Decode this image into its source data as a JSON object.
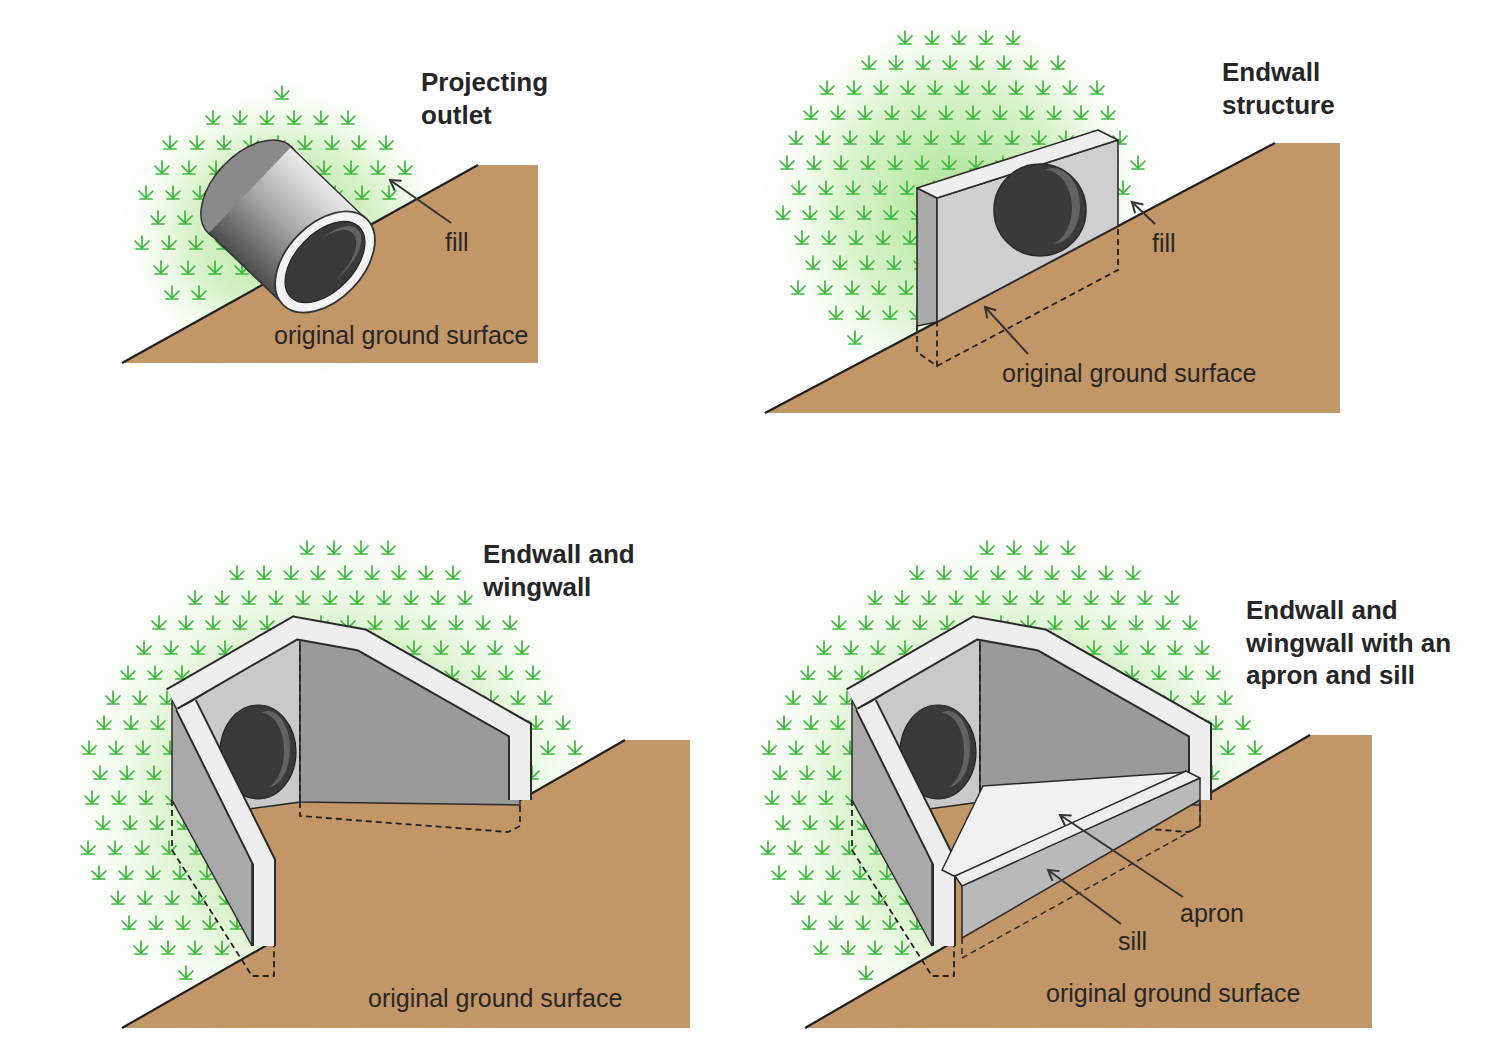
{
  "diagram": {
    "labels": [
      "Projecting outlet",
      "fill",
      "original ground surface",
      "Endwall structure",
      "fill",
      "original ground surface",
      "Endwall and wingwall",
      "original ground surface",
      "Endwall and wingwall with an apron and sill",
      "apron",
      "sill",
      "original ground surface"
    ]
  }
}
